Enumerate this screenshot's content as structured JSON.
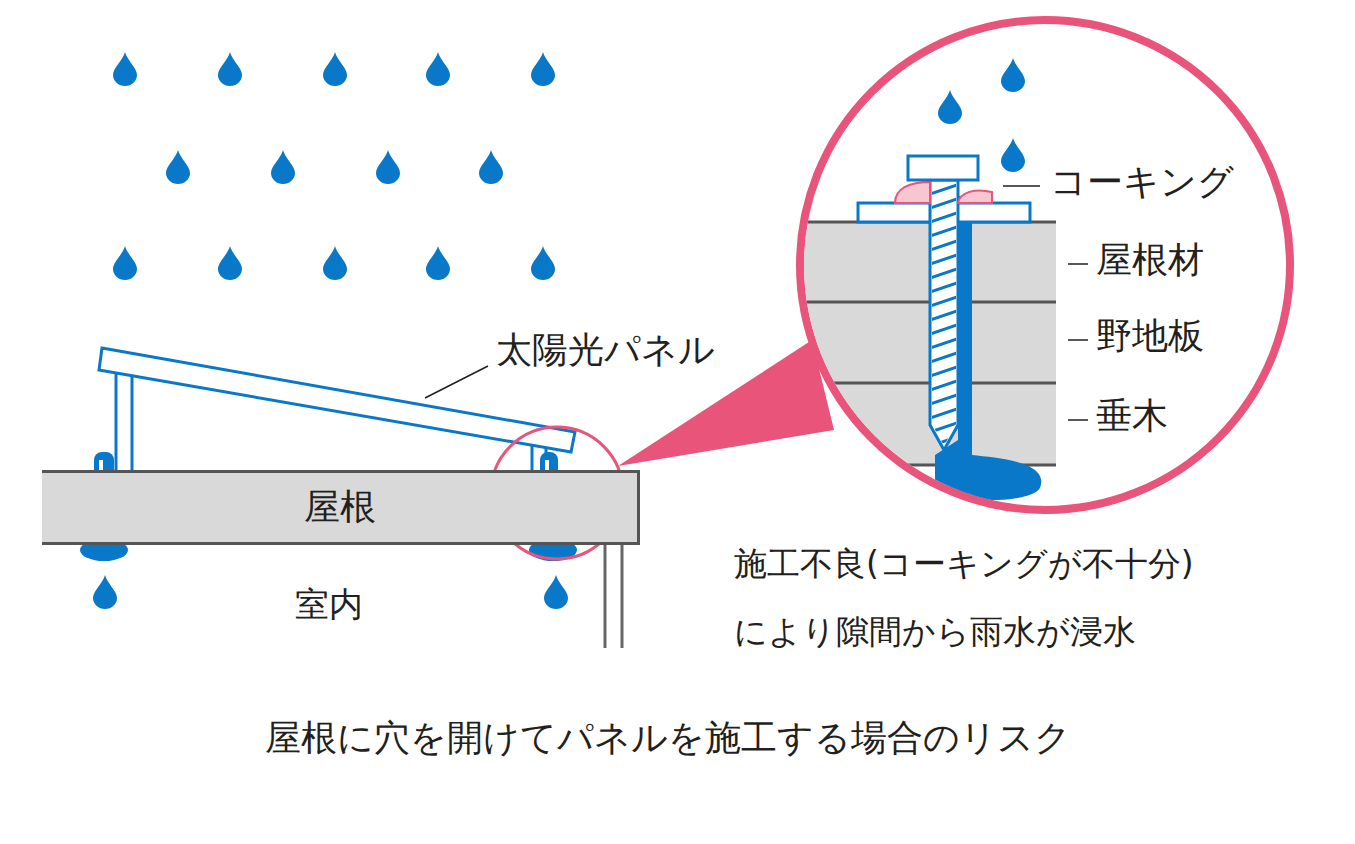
{
  "diagram": {
    "caption": "屋根に穴を開けてパネルを施工する場合のリスク",
    "nodes": [
      {
        "text": [
          "屋根"
        ]
      }
    ],
    "labels": [
      "太陽光パネル",
      "室内",
      "コーキング",
      "屋根材",
      "野地板",
      "垂木",
      "施工不良(コーキングが不十分) により隙間から雨水が浸水"
    ]
  }
}
